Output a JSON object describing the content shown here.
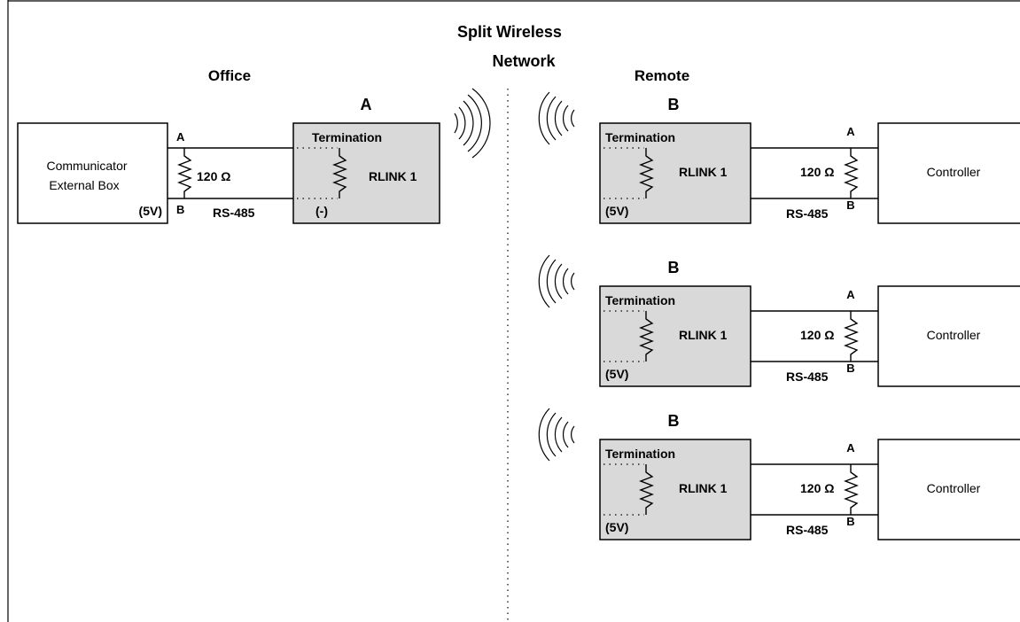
{
  "network": {
    "title_line1": "Split Wireless",
    "title_line2": "Network"
  },
  "office": {
    "heading": "Office",
    "device_letter": "A",
    "communicator_line1": "Communicator",
    "communicator_line2": "External Box",
    "power": "(5V)",
    "terminal_a": "A",
    "terminal_b": "B",
    "resistor": "120 Ω",
    "bus": "RS-485",
    "termination": "Termination",
    "rlink": "RLINK 1",
    "polarity": "(-)"
  },
  "remote": {
    "heading": "Remote",
    "nodes": [
      {
        "letter": "B",
        "termination": "Termination",
        "rlink": "RLINK 1",
        "power": "(5V)",
        "resistor": "120 Ω",
        "terminal_a": "A",
        "terminal_b": "B",
        "bus": "RS-485",
        "controller": "Controller"
      },
      {
        "letter": "B",
        "termination": "Termination",
        "rlink": "RLINK 1",
        "power": "(5V)",
        "resistor": "120 Ω",
        "terminal_a": "A",
        "terminal_b": "B",
        "bus": "RS-485",
        "controller": "Controller"
      },
      {
        "letter": "B",
        "termination": "Termination",
        "rlink": "RLINK 1",
        "power": "(5V)",
        "resistor": "120 Ω",
        "terminal_a": "A",
        "terminal_b": "B",
        "bus": "RS-485",
        "controller": "Controller"
      }
    ]
  },
  "colors": {
    "rlink_fill": "#d9d9d9",
    "line": "#000000",
    "background": "#ffffff"
  },
  "icons": {
    "signal_out": "wireless-signal-icon",
    "signal_in": "wireless-signal-icon"
  }
}
